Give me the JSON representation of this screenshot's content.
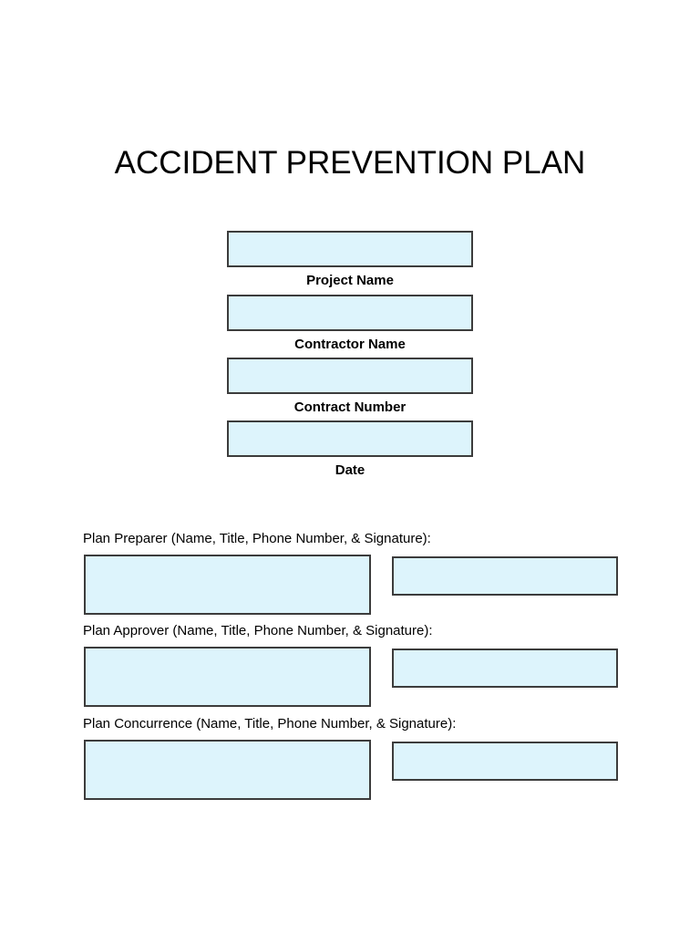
{
  "document": {
    "title": "ACCIDENT PREVENTION PLAN"
  },
  "header_fields": [
    {
      "name": "project-name",
      "label": "Project Name",
      "value": ""
    },
    {
      "name": "contractor-name",
      "label": "Contractor Name",
      "value": ""
    },
    {
      "name": "contract-number",
      "label": "Contract Number",
      "value": ""
    },
    {
      "name": "date",
      "label": "Date",
      "value": ""
    }
  ],
  "signature_sections": [
    {
      "name": "plan-preparer",
      "label": "Plan Preparer (Name, Title, Phone Number, & Signature):",
      "info_value": "",
      "signature_value": ""
    },
    {
      "name": "plan-approver",
      "label": "Plan Approver (Name, Title, Phone Number, & Signature):",
      "info_value": "",
      "signature_value": ""
    },
    {
      "name": "plan-concurrence",
      "label": "Plan Concurrence (Name, Title, Phone Number, & Signature):",
      "info_value": "",
      "signature_value": ""
    }
  ],
  "colors": {
    "field_fill": "#DDF4FC",
    "field_border": "#3C3C3C",
    "text": "#000000"
  }
}
